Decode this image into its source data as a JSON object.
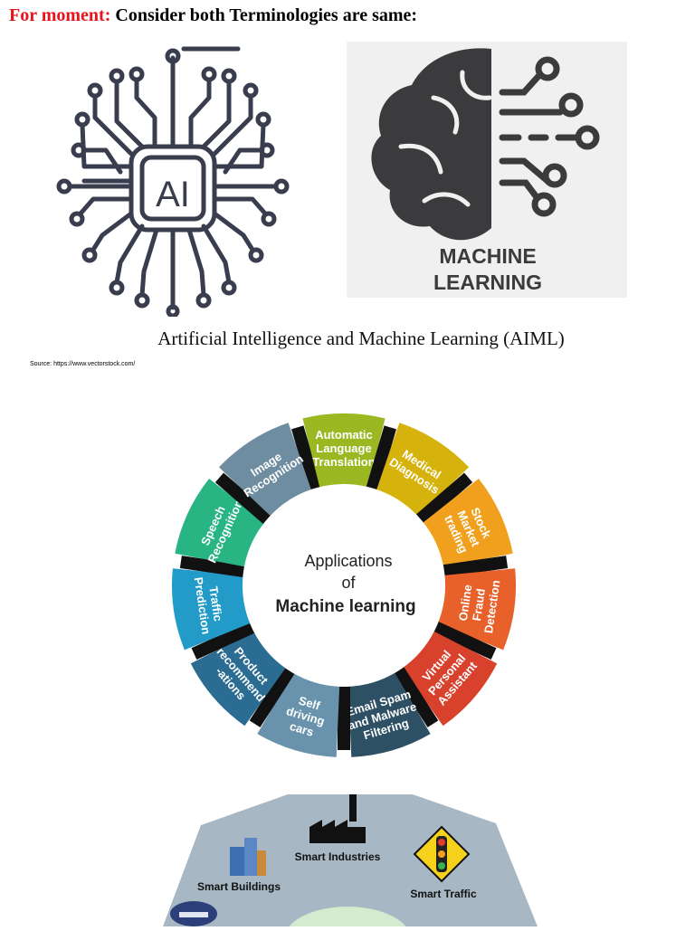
{
  "header": {
    "lead": "For moment:",
    "text": "Consider  both Terminologies are same:"
  },
  "ai_logo": {
    "label": "AI"
  },
  "ml_logo": {
    "line1": "MACHINE",
    "line2": "LEARNING"
  },
  "caption": "Artificial Intelligence and Machine Learning (AIML)",
  "source": "Source: https://www.vectorstock.com/",
  "wheel": {
    "center": {
      "line1": "Applications",
      "line2": "of",
      "line3": "Machine learning"
    },
    "segments": [
      {
        "label": [
          "Automatic",
          "Language",
          "Translation"
        ],
        "color": "#9bb823"
      },
      {
        "label": [
          "Medical",
          "Diagnosis"
        ],
        "color": "#d6b20c"
      },
      {
        "label": [
          "Stock",
          "Market",
          "trading"
        ],
        "color": "#f0a01c"
      },
      {
        "label": [
          "Online",
          "Fraud",
          "Detection"
        ],
        "color": "#e8612b"
      },
      {
        "label": [
          "Virtual",
          "Personal",
          "Assistant"
        ],
        "color": "#d8412c"
      },
      {
        "label": [
          "Email Spam",
          "and Malware",
          "Filtering"
        ],
        "color": "#2d5064"
      },
      {
        "label": [
          "Self",
          "driving",
          "cars"
        ],
        "color": "#6993ad"
      },
      {
        "label": [
          "Product",
          "recommend",
          "-ations"
        ],
        "color": "#2b6c93"
      },
      {
        "label": [
          "Traffic",
          "Prediction"
        ],
        "color": "#239bc9"
      },
      {
        "label": [
          "Speech",
          "Recognition"
        ],
        "color": "#28b583"
      },
      {
        "label": [
          "Image",
          "Recognition"
        ],
        "color": "#6f8da0"
      }
    ]
  },
  "iot": {
    "industries": "Smart Industries",
    "buildings": "Smart Buildings",
    "traffic": "Smart Traffic"
  }
}
